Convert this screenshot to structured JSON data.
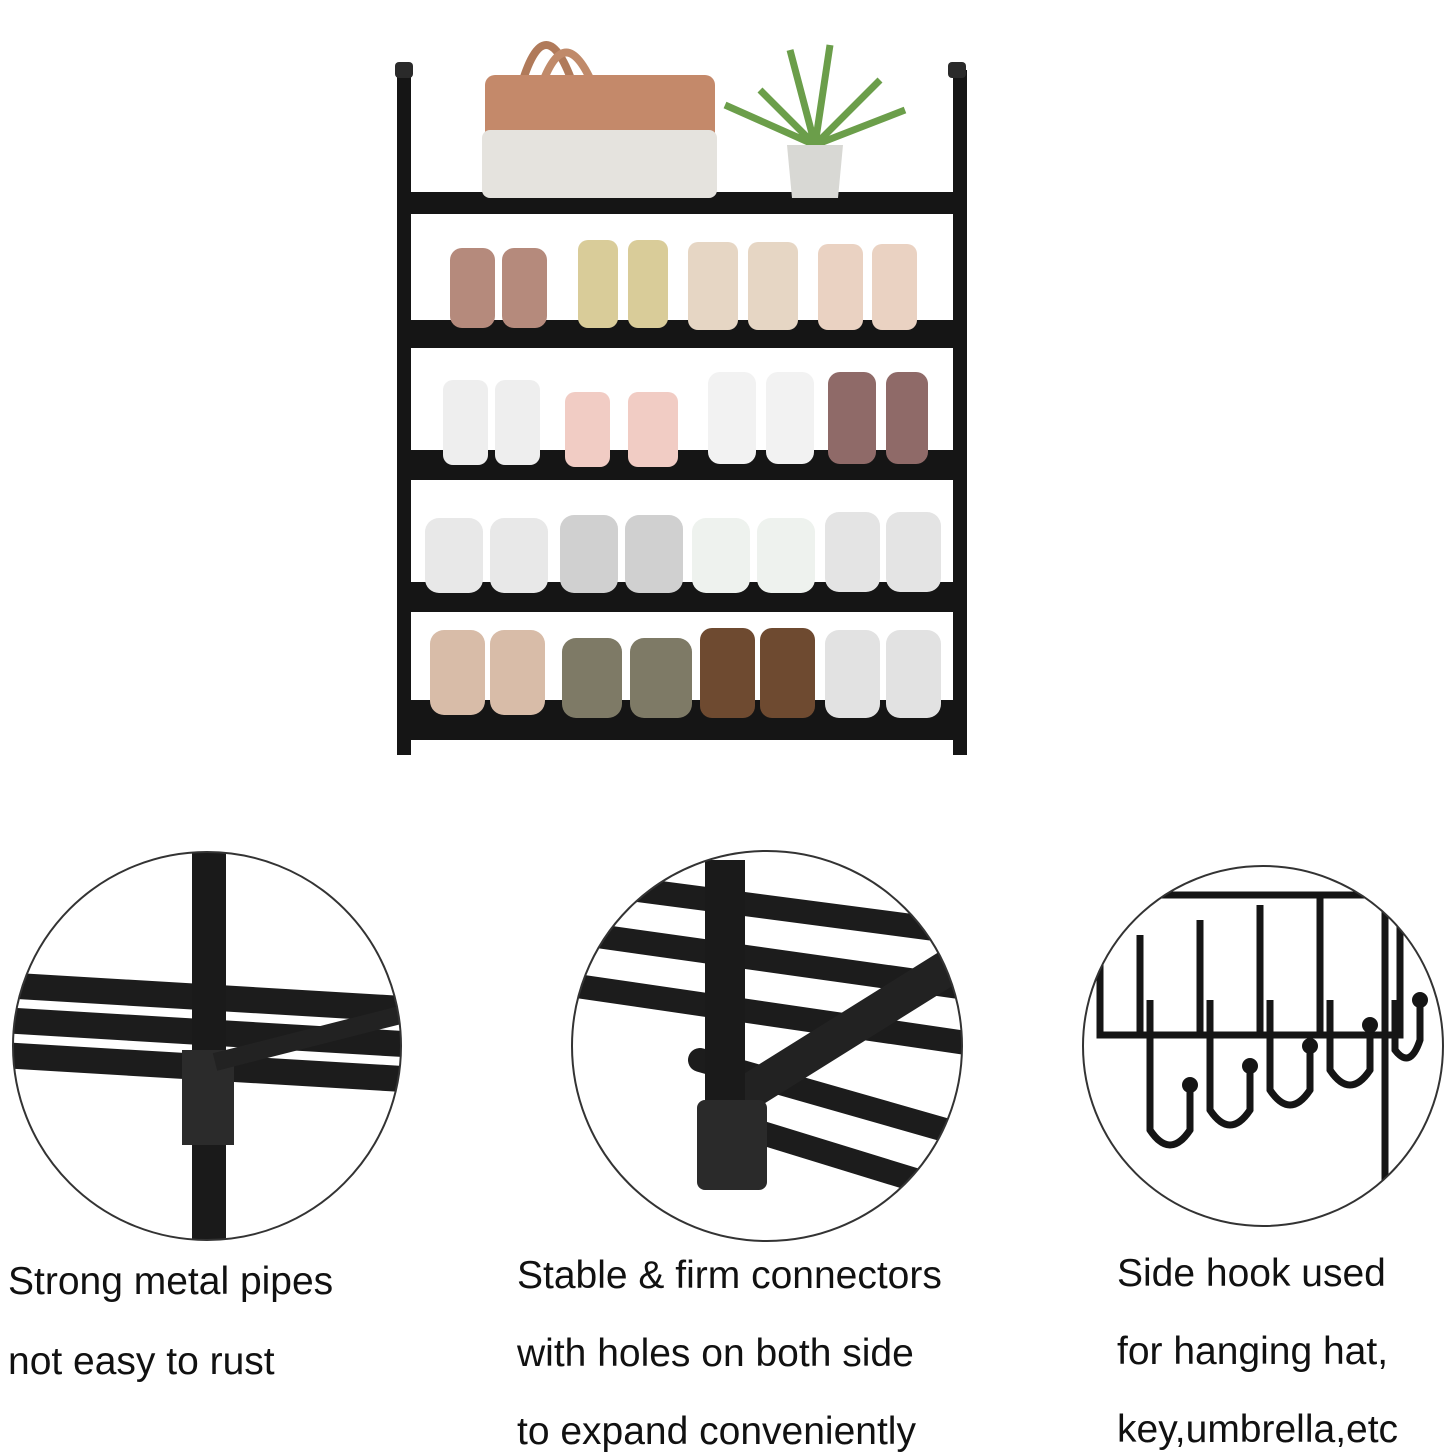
{
  "captions": {
    "pipes": {
      "line1": "Strong metal pipes",
      "line2": "not easy to rust"
    },
    "connectors": {
      "line1": "Stable & firm connectors",
      "line2": "with holes on both side",
      "line3": "to expand conveniently"
    },
    "hook": {
      "line1": "Side hook used",
      "line2": "for hanging hat,",
      "line3": "key,umbrella,etc"
    }
  },
  "colors": {
    "frame": "#151515",
    "background": "#ffffff",
    "circle_border": "#333333"
  }
}
